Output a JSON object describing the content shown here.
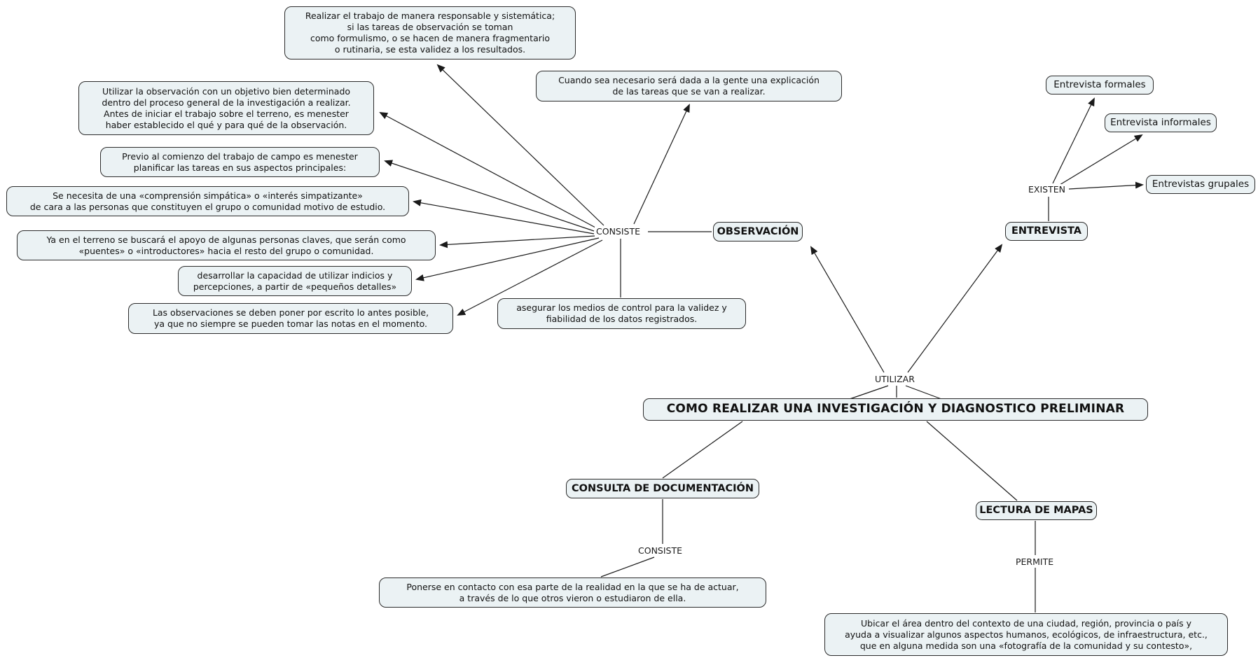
{
  "diagram": {
    "title": "COMO REALIZAR UNA INVESTIGACIÓN Y DIAGNOSTICO PRELIMINAR",
    "colors": {
      "node_fill": "#ebf2f4",
      "node_border": "#2b2b2b",
      "line": "#1a1a1a",
      "background": "#ffffff"
    },
    "concepts": {
      "observacion": "OBSERVACIÓN",
      "entrevista": "ENTREVISTA",
      "consulta_documentacion": "CONSULTA DE DOCUMENTACIÓN",
      "lectura_mapas": "LECTURA DE MAPAS",
      "entrevista_formales": "Entrevista formales",
      "entrevista_informales": "Entrevista informales",
      "entrevistas_grupales": "Entrevistas grupales"
    },
    "link_labels": {
      "consiste_observacion": "CONSISTE",
      "existen": "EXISTEN",
      "utilizar": "UTILIZAR",
      "consiste_consulta": "CONSISTE",
      "permite": "PERMITE"
    },
    "notes": {
      "realizar_trabajo": "Realizar el trabajo de manera responsable y sistemática;\nsi las tareas de observación se toman\ncomo formulismo, o se hacen de manera fragmentario\no rutinaria, se esta validez a los resultados.",
      "cuando_necesario": "Cuando sea necesario será dada a la gente una explicación\nde las tareas que se van a realizar.",
      "utilizar_observacion": "Utilizar la observación con un objetivo bien determinado\ndentro del proceso general de la investigación a realizar.\nAntes de iniciar el trabajo sobre el terreno, es menester\nhaber establecido el qué y para qué de la observación.",
      "previo_comienzo": "Previo al comienzo del trabajo de campo es menester\nplanificar las tareas en sus aspectos principales:",
      "se_necesita": "Se necesita de una «comprensión simpática» o «interés simpatizante»\nde cara a las personas que constituyen el grupo o comunidad motivo de estudio.",
      "ya_en_terreno": "Ya en el terreno se buscará el apoyo de algunas personas claves, que serán como\n«puentes» o «introductores» hacia el resto del grupo o comunidad.",
      "desarrollar_capacidad": "desarrollar la capacidad de utilizar indicios y\npercepciones, a partir de «pequeños detalles»",
      "observaciones_escrito": "Las observaciones se deben poner por escrito lo antes posible,\nya que no siempre se pueden tomar las notas en el momento.",
      "asegurar_medios": "asegurar los medios de control para la validez y\nfiabilidad de los datos registrados.",
      "ponerse_contacto": "Ponerse en contacto con esa parte de la realidad en la que se ha de actuar,\na través de lo que otros vieron o estudiaron de ella.",
      "ubicar_area": "Ubicar el área dentro del contexto de una ciudad, región, provincia o país y\nayuda a visualizar algunos aspectos humanos, ecológicos, de infraestructura, etc.,\nque en alguna medida son una «fotografía de la comunidad y su contesto»,"
    }
  }
}
